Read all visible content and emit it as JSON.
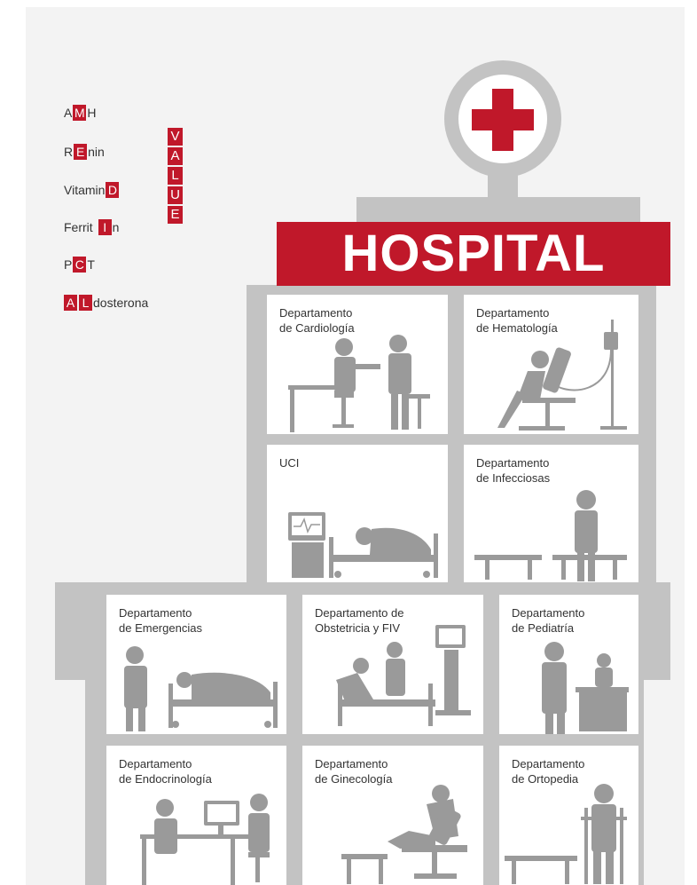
{
  "biomarkers": [
    {
      "pre": "A",
      "hl": "M",
      "post": "H"
    },
    {
      "pre": "R",
      "hl": "E",
      "post": "nin"
    },
    {
      "pre": "Vitamin",
      "hl": "D",
      "post": ""
    },
    {
      "pre": "Ferrit",
      "hl": "I",
      "post": "n"
    },
    {
      "pre": "P",
      "hl": "C",
      "post": "T"
    },
    {
      "pre": "",
      "hl": "A",
      "hl2": "L",
      "post": "dosterona"
    }
  ],
  "value_letters": [
    "V",
    "A",
    "L",
    "U",
    "E"
  ],
  "sign": {
    "title": "HOSPITAL"
  },
  "departments": [
    {
      "label": "Departamento\nde Cardiología"
    },
    {
      "label": "Departamento\nde Hematología"
    },
    {
      "label": "UCI"
    },
    {
      "label": "Departamento\nde Infecciosas"
    },
    {
      "label": "Departamento\nde Emergencias"
    },
    {
      "label": "Departamento de\nObstetricia y FIV"
    },
    {
      "label": "Departamento\nde Pediatría"
    },
    {
      "label": "Departamento\nde Endocrinología"
    },
    {
      "label": "Departamento\nde Ginecología"
    },
    {
      "label": "Departamento\nde Ortopedia"
    }
  ],
  "colors": {
    "accent": "#c0182a",
    "building": "#c3c3c3",
    "figure": "#9a9a9a"
  }
}
